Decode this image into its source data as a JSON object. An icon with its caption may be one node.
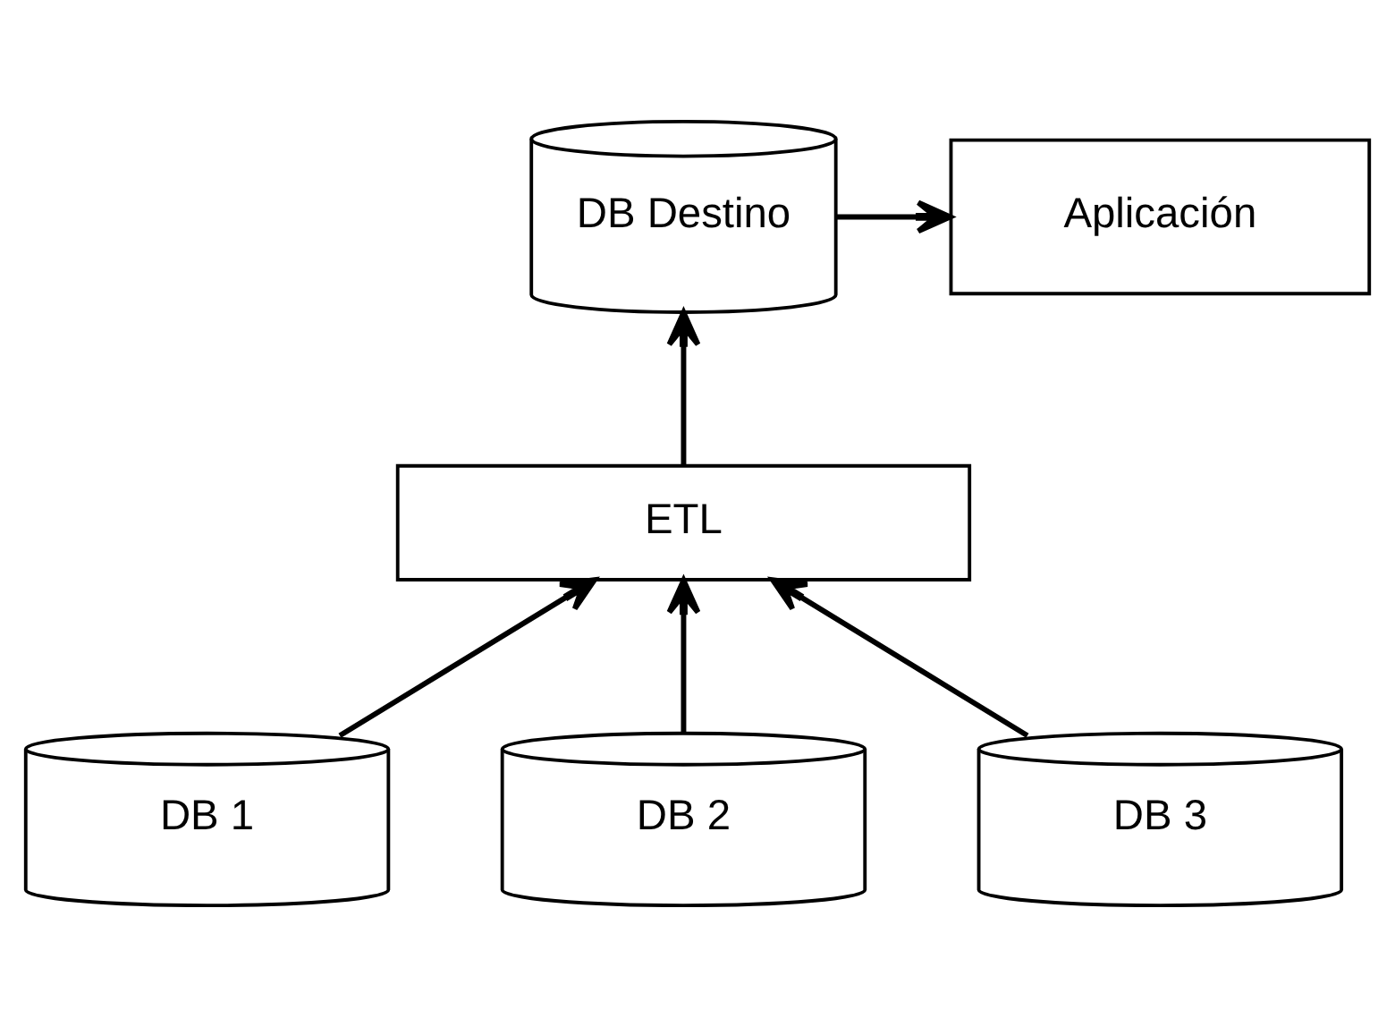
{
  "diagram": {
    "nodes": [
      {
        "text": [
          "DB Destino"
        ]
      },
      {
        "text": [
          "Aplicación"
        ]
      },
      {
        "text": [
          "ETL"
        ]
      },
      {
        "text": [
          "DB 1"
        ]
      },
      {
        "text": [
          "DB 2"
        ]
      },
      {
        "text": [
          "DB 3"
        ]
      }
    ],
    "edges": [
      {
        "from": 0,
        "to": 1,
        "arrow": "to"
      },
      {
        "from": 2,
        "to": 0,
        "arrow": "to"
      },
      {
        "from": 3,
        "to": 2,
        "arrow": "to"
      },
      {
        "from": 4,
        "to": 2,
        "arrow": "to"
      },
      {
        "from": 5,
        "to": 2,
        "arrow": "to"
      }
    ]
  }
}
